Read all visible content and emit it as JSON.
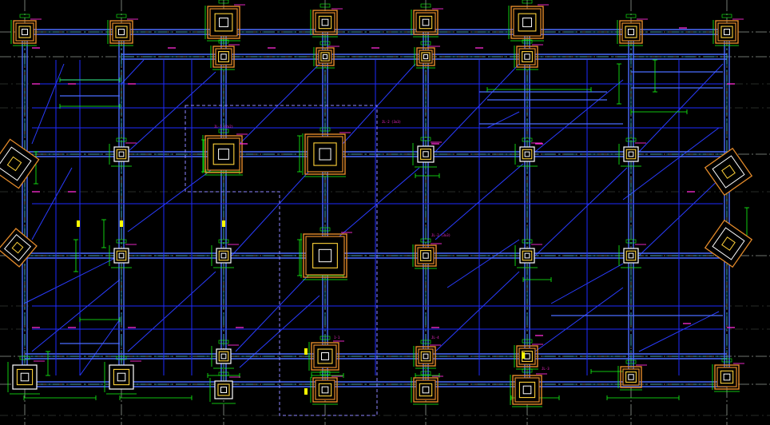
{
  "drawing": {
    "background": "#000000",
    "colors": {
      "axis_line": "#b8c4b8",
      "beam": "#1e2bff",
      "beam_edge": "#4a6cff",
      "beam_center": "#2cd3ff",
      "slab_line": "#2a3cff",
      "foundation_outer": "#e38a2a",
      "foundation_inner": "#ffd23a",
      "pedestal": "#ffffff",
      "dimension": "#16ff16",
      "annotation": "#ff2bd6",
      "label_tag": "#ffff00",
      "boundary_dash": "#8e86ff",
      "column_fill": "#000000"
    },
    "column_grid": {
      "x_axes": [
        31,
        152,
        280,
        407,
        533,
        660,
        790,
        910
      ],
      "y_axes": [
        40,
        71,
        193,
        320,
        446,
        481
      ]
    }
  },
  "annotations": {
    "callout_left": "JL-1 (2x2)",
    "callout_center_top": "JL-2 (3x3)",
    "callout_center_mid": "JL-2 (3x3)",
    "callout_right": "JL-3",
    "callout_top_mid": "JL-4",
    "section_note": "1-1"
  }
}
